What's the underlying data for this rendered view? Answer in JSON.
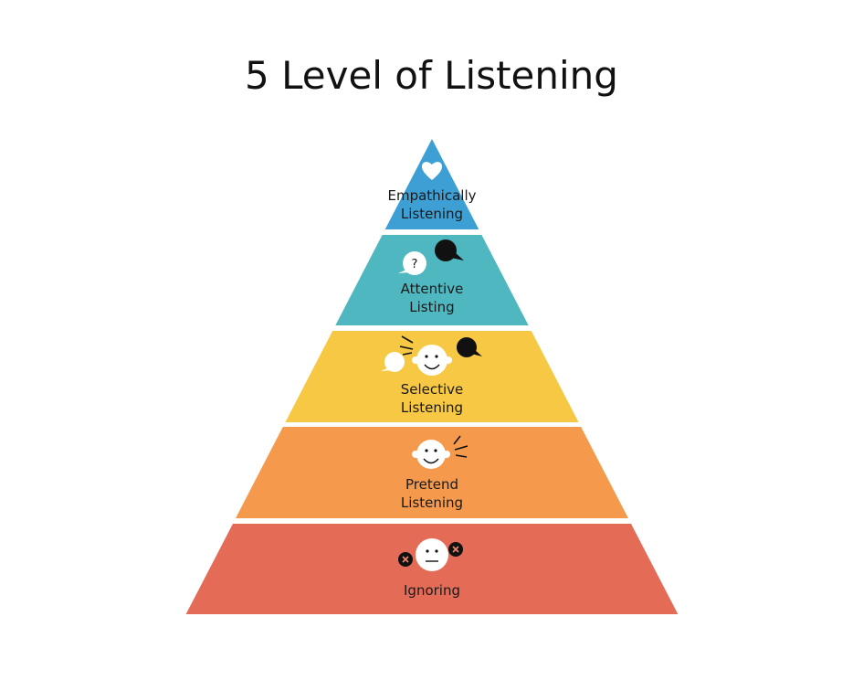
{
  "title": "5 Level of Listening",
  "colors": {
    "level1": "#3d9fd4",
    "level2": "#4fb7bf",
    "level3": "#f7c843",
    "level4": "#f59a4c",
    "level5": "#e46b56"
  },
  "levels": [
    {
      "line1": "Empathically",
      "line2": "Listening",
      "icon": "heart-icon"
    },
    {
      "line1": "Attentive",
      "line2": "Listing",
      "icon": "speech-bubbles-icon",
      "question": "?"
    },
    {
      "line1": "Selective",
      "line2": "Listening",
      "icon": "smiling-face-with-bubbles-icon"
    },
    {
      "line1": "Pretend",
      "line2": "Listening",
      "icon": "smiling-face-icon"
    },
    {
      "line1": "Ignoring",
      "icon": "neutral-face-with-x-icon"
    }
  ]
}
